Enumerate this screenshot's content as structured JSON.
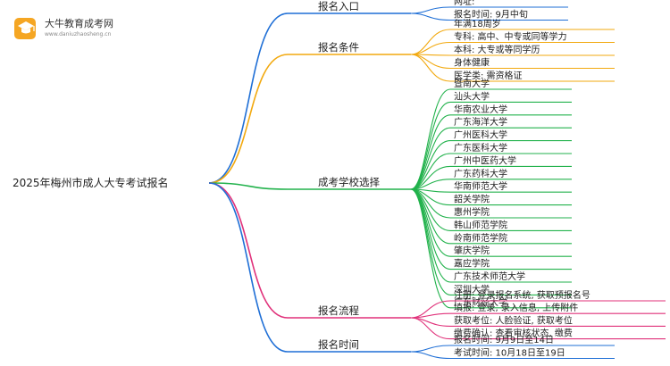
{
  "logo": {
    "name": "大牛教育成考网",
    "url": "www.daniuzhaosheng.cn"
  },
  "root": "2025年梅州市成人大专考试报名",
  "branches": [
    {
      "id": "entry",
      "label": "报名入口",
      "color": "#1f6fd6",
      "children": [
        "网址:",
        "报名时间: 9月中旬"
      ]
    },
    {
      "id": "conditions",
      "label": "报名条件",
      "color": "#f2a90f",
      "children": [
        "年满18周岁",
        "专科: 高中、中专或同等学力",
        "本科: 大专或等同学历",
        "身体健康",
        "医学类: 需资格证"
      ]
    },
    {
      "id": "schools",
      "label": "成考学校选择",
      "color": "#22b24c",
      "children": [
        "暨南大学",
        "汕头大学",
        "华南农业大学",
        "广东海洋大学",
        "广州医科大学",
        "广东医科大学",
        "广州中医药大学",
        "广东药科大学",
        "华南师范大学",
        "韶关学院",
        "惠州学院",
        "韩山师范学院",
        "岭南师范学院",
        "肇庆学院",
        "嘉应学院",
        "广东技术师范大学",
        "深圳大学",
        "广东财经大学"
      ]
    },
    {
      "id": "process",
      "label": "报名流程",
      "color": "#e0317a",
      "children": [
        "注册: 登录报名系统, 获取预报名号",
        "填报: 登录, 录入信息, 上传附件",
        "获取考位: 人脸验证, 获取考位",
        "缴费确认: 查看审核状态, 缴费"
      ]
    },
    {
      "id": "time",
      "label": "报名时间",
      "color": "#1f6fd6",
      "children": [
        "报名时间: 9月9日至14日",
        "考试时间: 10月18日至19日"
      ]
    }
  ]
}
